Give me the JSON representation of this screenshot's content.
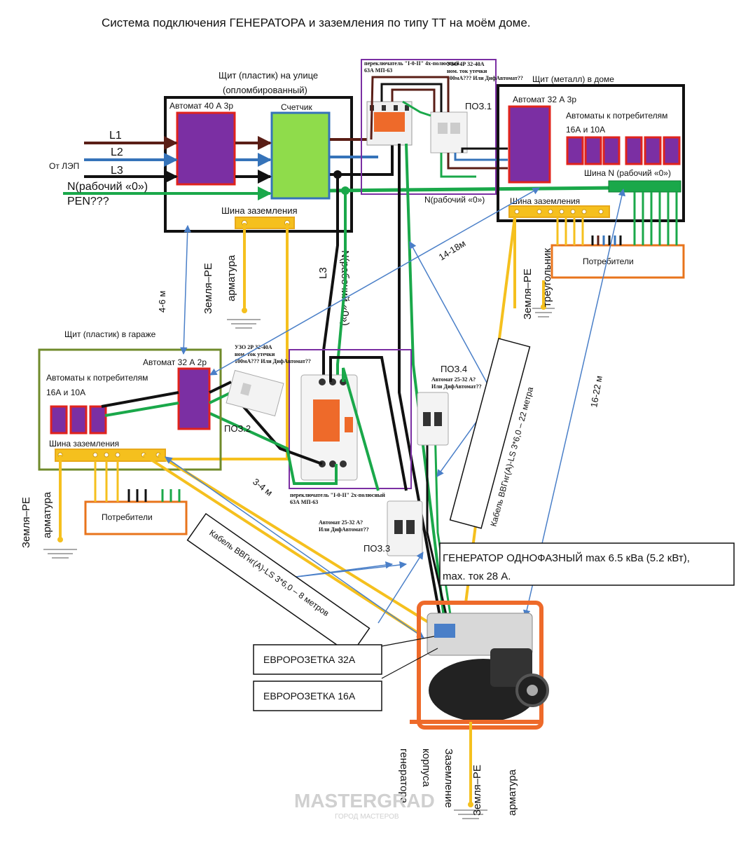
{
  "title": "Система подключения ГЕНЕРАТОРА и заземления по типу ТТ на моём доме.",
  "colors": {
    "black": "#111111",
    "brown": "#5a1e16",
    "blue": "#3573b9",
    "green": "#1aa84a",
    "yellow": "#f5c01e",
    "purple": "#7b2fa3",
    "red": "#e0231c",
    "lime": "#8fdc4b",
    "orange": "#e8741c",
    "olive": "#6f8a2a",
    "annotation": "#4a7fc8"
  },
  "street_panel": {
    "title_line1": "Щит (пластик) на улице",
    "title_line2": "(опломбированный)",
    "breaker_label": "Автомат 40 А 3р",
    "meter_label": "Счетчик",
    "ground_bus_label": "Шина заземления"
  },
  "power_line": {
    "l1": "L1",
    "l2": "L2",
    "l3": "L3",
    "source": "От ЛЭП",
    "neutral": "N(рабочий «0»)",
    "pen": "PEN???"
  },
  "switch_box_top": {
    "switch_note": "переключатель \"I-0-II\" 4х-полюсный 63А МП-63",
    "rcd_note": "УЗО 4Р 32-40А ном. ток утечки 100мА??? Или ДифАвтомат??",
    "pos_label": "ПОЗ.1",
    "neutral_label": "N(рабочий «0»)"
  },
  "house_panel": {
    "title": "Щит (металл) в доме",
    "breaker_label": "Автомат 32 А 3р",
    "consumers_breakers_line1": "Автоматы к потребителям",
    "consumers_breakers_line2": "16А и 10А",
    "n_bus_label": "Шина N (рабочий «0»)",
    "ground_bus_label": "Шина заземления",
    "consumers_label": "Потребители"
  },
  "garage_panel": {
    "title": "Щит (пластик) в гараже",
    "breaker_label": "Автомат 32 А 2р",
    "consumers_breakers_line1": "Автоматы к потребителям",
    "consumers_breakers_line2": "16А и 10А",
    "ground_bus_label": "Шина заземления",
    "consumers_label": "Потребители",
    "rcd_note": "УЗО 2Р 32-40А ном. ток утечки 100мА??? Или ДифАвтомат??",
    "pos_label": "ПОЗ.2"
  },
  "switch_box_mid": {
    "note": "переключатель \"I-0-II\" 2х-полюсный 63А МП-63"
  },
  "breaker_pos3": {
    "note": "Автомат 25-32 А? Или ДифАвтомат??",
    "pos_label": "ПОЗ.3"
  },
  "breaker_pos4": {
    "pos_label": "ПОЗ.4",
    "note": "Автомат 25-32 А? Или ДифАвтомат??"
  },
  "generator": {
    "spec_line1": "ГЕНЕРАТОР ОДНОФАЗНЫЙ max 6.5 кВа (5.2 кВт),",
    "spec_line2": "max. ток 28 А.",
    "socket_32": "ЕВРОРОЗЕТКА 32А",
    "socket_16": "ЕВРОРОЗЕТКА 16А",
    "body_ground_line1": "Заземление",
    "body_ground_line2": "корпуса",
    "body_ground_line3": "генератора"
  },
  "vertical_labels": {
    "l3": "L3",
    "neutral": "N(рабочий «0»)",
    "ground_pe": "Земля–PE",
    "rebar": "арматура",
    "triangle": "треугольник"
  },
  "distances": {
    "d_street_garage": "4-6 м",
    "d_garage_house": "14-18м",
    "d_garage_gen": "3-4 м",
    "d_house_gen": "16-22 м"
  },
  "cables": {
    "cable_22m": "Кабель ВВГнг(А)-LS 3*6,0 – 22 метра",
    "cable_8m": "Кабель ВВГнг(А)-LS 3*6,0 – 8 метров"
  },
  "watermark": {
    "main": "MASTERGRAD",
    "sub": "ГОРОД МАСТЕРОВ"
  },
  "icons": [
    "ground-symbol-icon",
    "generator-icon",
    "breaker-icon",
    "rcd-icon",
    "switch-icon"
  ]
}
